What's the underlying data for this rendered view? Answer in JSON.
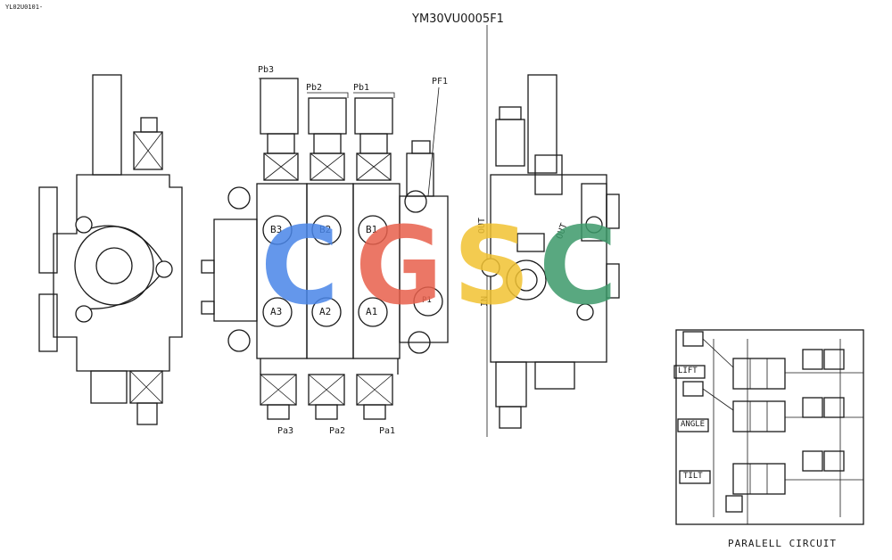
{
  "sheet_code": "YL02U0101-",
  "drawing_number": "YM30VU0005F1",
  "port_labels": {
    "pb3": "Pb3",
    "pb2": "Pb2",
    "pb1": "Pb1",
    "pf1": "PF1",
    "pa3": "Pa3",
    "pa2": "Pa2",
    "pa1": "Pa1",
    "b3": "B3",
    "b2": "B2",
    "b1": "B1",
    "a3": "A3",
    "a2": "A2",
    "a1": "A1",
    "p1": "P1"
  },
  "side_view_labels": {
    "out_left": "OUT",
    "in": "IN",
    "out_right": "OUT"
  },
  "circuit": {
    "functions": [
      "LIFT",
      "ANGLE",
      "TILT"
    ],
    "caption": "PARALELL CIRCUIT"
  },
  "watermark": {
    "letters": [
      "C",
      "G",
      "S",
      "C"
    ],
    "colors": [
      "#4a86e8",
      "#e8604c",
      "#f1c232",
      "#3d9a6a"
    ]
  },
  "colors": {
    "line": "#1a1a1a",
    "background": "#ffffff"
  }
}
